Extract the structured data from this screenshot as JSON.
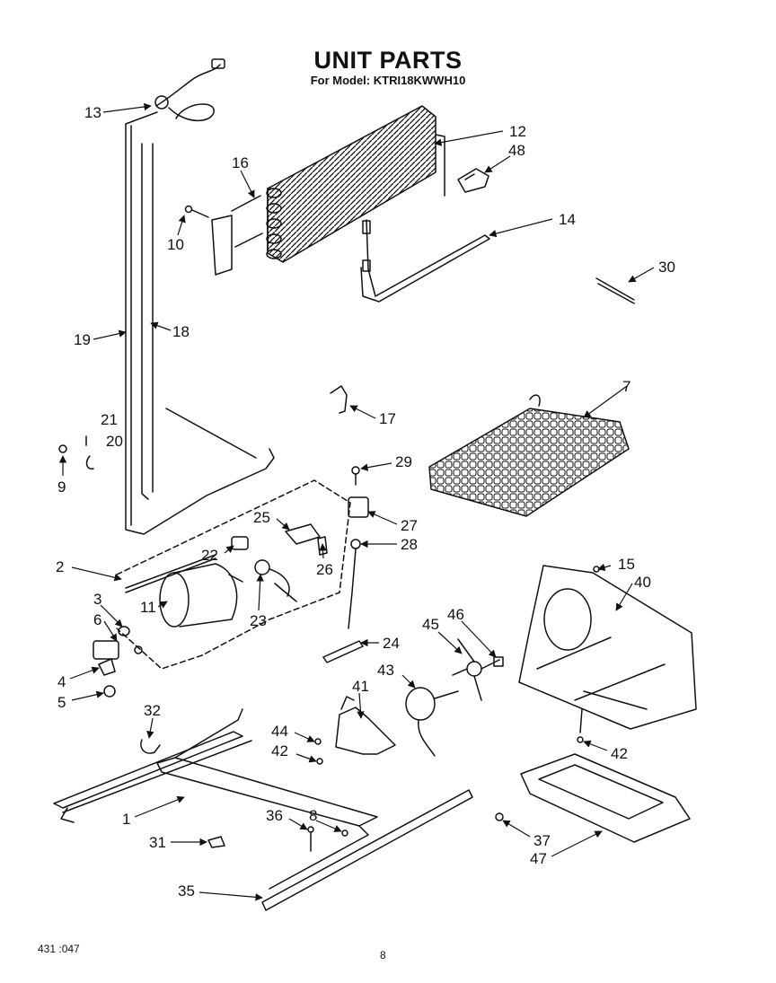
{
  "title": "UNIT PARTS",
  "subtitle": "For Model: KTRI18KWWH10",
  "footer": {
    "code": "431 :047",
    "page": "8"
  },
  "callouts": {
    "c13": "13",
    "c12": "12",
    "c48": "48",
    "c16": "16",
    "c10": "10",
    "c14": "14",
    "c30": "30",
    "c19": "19",
    "c18": "18",
    "c7": "7",
    "c17": "17",
    "c21": "21",
    "c20": "20",
    "c9": "9",
    "c29": "29",
    "c27": "27",
    "c28": "28",
    "c25": "25",
    "c22": "22",
    "c26": "26",
    "c2": "2",
    "c15": "15",
    "c40": "40",
    "c3": "3",
    "c11": "11",
    "c23": "23",
    "c6": "6",
    "c46": "46",
    "c45": "45",
    "c24": "24",
    "c4": "4",
    "c43": "43",
    "c41": "41",
    "c5": "5",
    "c32": "32",
    "c44": "44",
    "c42a": "42",
    "c42b": "42",
    "c1": "1",
    "c36": "36",
    "c8": "8",
    "c37": "37",
    "c31": "31",
    "c47": "47",
    "c35": "35"
  }
}
